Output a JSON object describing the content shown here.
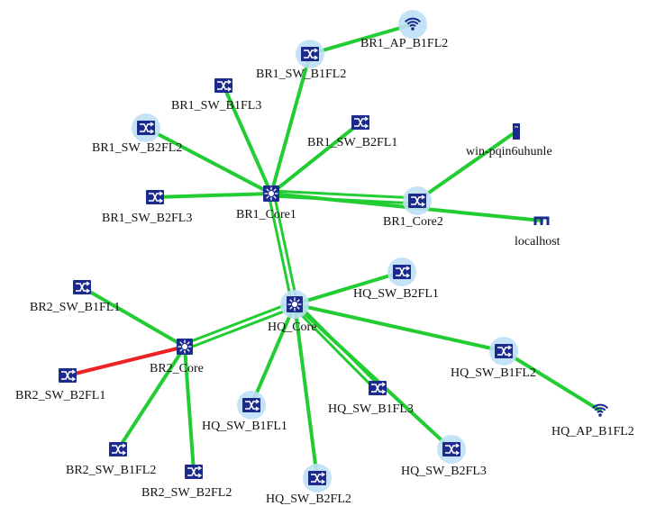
{
  "colors": {
    "link_up": "#22cc33",
    "link_down": "#ee2222",
    "device_blue": "#1b2a8c",
    "halo": "#bfe0f5",
    "label": "#111111",
    "background": "#ffffff"
  },
  "nodes": [
    {
      "id": "BR1_AP_B1FL2",
      "label": "BR1_AP_B1FL2",
      "icon": "wifi-ap-icon",
      "halo": true
    },
    {
      "id": "BR1_SW_B1FL2",
      "label": "BR1_SW_B1FL2",
      "icon": "switch-icon",
      "halo": true
    },
    {
      "id": "BR1_SW_B1FL3",
      "label": "BR1_SW_B1FL3",
      "icon": "switch-icon",
      "halo": false
    },
    {
      "id": "BR1_SW_B2FL2",
      "label": "BR1_SW_B2FL2",
      "icon": "switch-icon",
      "halo": true
    },
    {
      "id": "BR1_SW_B2FL1",
      "label": "BR1_SW_B2FL1",
      "icon": "switch-icon",
      "halo": false
    },
    {
      "id": "win-pqin6uhunle",
      "label": "win-pqin6uhunle",
      "icon": "server-icon",
      "halo": false
    },
    {
      "id": "BR1_SW_B2FL3",
      "label": "BR1_SW_B2FL3",
      "icon": "switch-icon",
      "halo": false
    },
    {
      "id": "BR1_Core1",
      "label": "BR1_Core1",
      "icon": "core-router-icon",
      "halo": false
    },
    {
      "id": "BR1_Core2",
      "label": "BR1_Core2",
      "icon": "switch-icon",
      "halo": true
    },
    {
      "id": "localhost",
      "label": "localhost",
      "icon": "host-icon",
      "halo": false
    },
    {
      "id": "HQ_SW_B2FL1",
      "label": "HQ_SW_B2FL1",
      "icon": "switch-icon",
      "halo": true
    },
    {
      "id": "BR2_SW_B1FL1",
      "label": "BR2_SW_B1FL1",
      "icon": "switch-icon",
      "halo": false
    },
    {
      "id": "HQ_Core",
      "label": "HQ_Core",
      "icon": "core-router-icon",
      "halo": true
    },
    {
      "id": "BR2_Core",
      "label": "BR2_Core",
      "icon": "core-router-icon",
      "halo": false
    },
    {
      "id": "BR2_SW_B2FL1",
      "label": "BR2_SW_B2FL1",
      "icon": "switch-icon",
      "halo": false
    },
    {
      "id": "HQ_SW_B1FL2",
      "label": "HQ_SW_B1FL2",
      "icon": "switch-icon",
      "halo": true
    },
    {
      "id": "HQ_SW_B1FL3",
      "label": "HQ_SW_B1FL3",
      "icon": "switch-icon",
      "halo": false
    },
    {
      "id": "HQ_SW_B1FL1",
      "label": "HQ_SW_B1FL1",
      "icon": "switch-icon",
      "halo": true
    },
    {
      "id": "HQ_AP_B1FL2",
      "label": "HQ_AP_B1FL2",
      "icon": "wifi-ap-icon",
      "halo": false
    },
    {
      "id": "BR2_SW_B1FL2",
      "label": "BR2_SW_B1FL2",
      "icon": "switch-icon",
      "halo": false
    },
    {
      "id": "BR2_SW_B2FL2",
      "label": "BR2_SW_B2FL2",
      "icon": "switch-icon",
      "halo": false
    },
    {
      "id": "HQ_SW_B2FL3",
      "label": "HQ_SW_B2FL3",
      "icon": "switch-icon",
      "halo": true
    },
    {
      "id": "HQ_SW_B2FL2",
      "label": "HQ_SW_B2FL2",
      "icon": "switch-icon",
      "halo": true
    }
  ],
  "links": [
    {
      "from": "BR1_SW_B1FL2",
      "to": "BR1_AP_B1FL2",
      "status": "up"
    },
    {
      "from": "BR1_Core1",
      "to": "BR1_SW_B1FL2",
      "status": "up"
    },
    {
      "from": "BR1_Core1",
      "to": "BR1_SW_B1FL3",
      "status": "up"
    },
    {
      "from": "BR1_Core1",
      "to": "BR1_SW_B2FL2",
      "status": "up"
    },
    {
      "from": "BR1_Core1",
      "to": "BR1_SW_B2FL1",
      "status": "up"
    },
    {
      "from": "BR1_Core1",
      "to": "BR1_SW_B2FL3",
      "status": "up"
    },
    {
      "from": "BR1_Core1",
      "to": "BR1_Core2",
      "status": "up",
      "double": true
    },
    {
      "from": "BR1_Core1",
      "to": "localhost",
      "status": "up"
    },
    {
      "from": "BR1_Core2",
      "to": "win-pqin6uhunle",
      "status": "up"
    },
    {
      "from": "BR1_Core1",
      "to": "HQ_Core",
      "status": "up",
      "double": true
    },
    {
      "from": "HQ_Core",
      "to": "HQ_SW_B2FL1",
      "status": "up"
    },
    {
      "from": "HQ_Core",
      "to": "BR2_Core",
      "status": "up",
      "double": true
    },
    {
      "from": "HQ_Core",
      "to": "HQ_SW_B1FL2",
      "status": "up"
    },
    {
      "from": "HQ_SW_B1FL2",
      "to": "HQ_AP_B1FL2",
      "status": "up"
    },
    {
      "from": "HQ_Core",
      "to": "HQ_SW_B1FL3",
      "status": "up",
      "double": true
    },
    {
      "from": "HQ_Core",
      "to": "HQ_SW_B1FL1",
      "status": "up"
    },
    {
      "from": "HQ_Core",
      "to": "HQ_SW_B2FL2",
      "status": "up"
    },
    {
      "from": "HQ_Core",
      "to": "HQ_SW_B2FL3",
      "status": "up"
    },
    {
      "from": "BR2_Core",
      "to": "BR2_SW_B1FL1",
      "status": "up"
    },
    {
      "from": "BR2_Core",
      "to": "BR2_SW_B2FL1",
      "status": "down"
    },
    {
      "from": "BR2_Core",
      "to": "BR2_SW_B1FL2",
      "status": "up"
    },
    {
      "from": "BR2_Core",
      "to": "BR2_SW_B2FL2",
      "status": "up"
    }
  ]
}
